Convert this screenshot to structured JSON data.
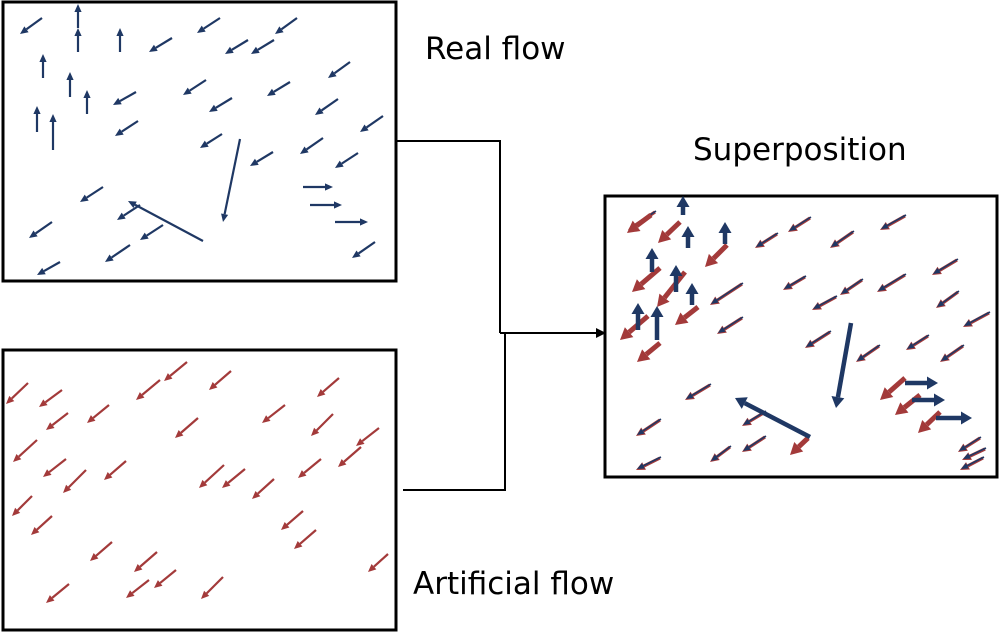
{
  "labels": {
    "real": "Real flow",
    "artificial": "Artificial flow",
    "superposition": "Superposition"
  },
  "colors": {
    "real": "#1f3864",
    "artificial": "#a33a3a",
    "super_real": "#1f3864",
    "super_artificial": "#a33a3a",
    "connector": "#000000"
  }
}
